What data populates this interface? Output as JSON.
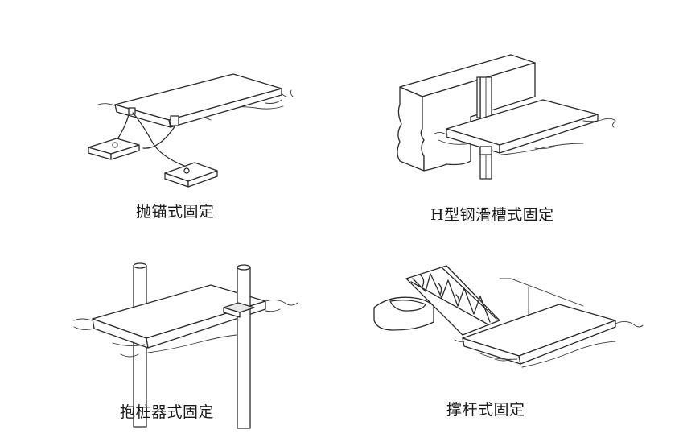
{
  "captions": {
    "anchor": "抛锚式固定",
    "h_steel": "H型钢滑槽式固定",
    "pile_clamp": "抱桩器式固定",
    "strut": "撑杆式固定"
  }
}
